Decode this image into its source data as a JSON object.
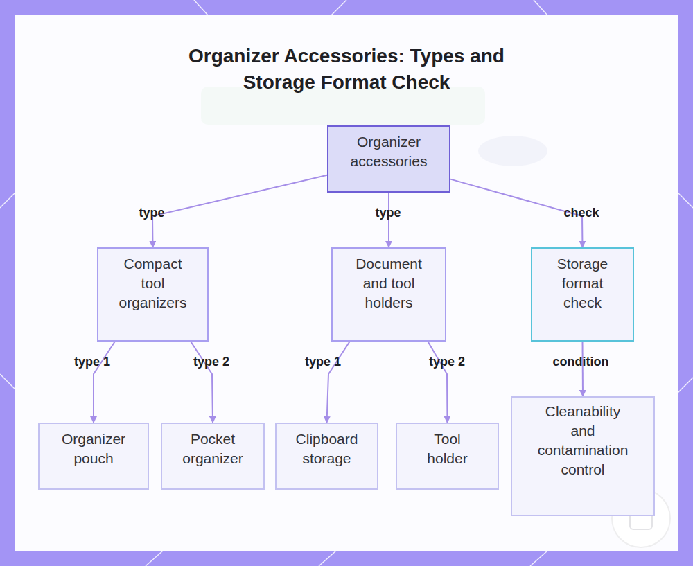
{
  "diagram": {
    "title": "Organizer Accessories: Types and Storage Format Check",
    "nodes": [
      {
        "text": [
          "Organizer accessories"
        ]
      },
      {
        "text": [
          "Compact tool organizers"
        ]
      },
      {
        "text": [
          "Document and tool holders"
        ]
      },
      {
        "text": [
          "Storage format check"
        ]
      },
      {
        "text": [
          "Organizer pouch"
        ]
      },
      {
        "text": [
          "Pocket organizer"
        ]
      },
      {
        "text": [
          "Clipboard storage"
        ]
      },
      {
        "text": [
          "Tool holder"
        ]
      },
      {
        "text": [
          "Cleanability and contamination control"
        ]
      }
    ],
    "edges": [
      {
        "from": 0,
        "to": 1,
        "label": "type",
        "arrow": "to"
      },
      {
        "from": 0,
        "to": 2,
        "label": "type",
        "arrow": "to"
      },
      {
        "from": 0,
        "to": 3,
        "label": "check",
        "arrow": "to"
      },
      {
        "from": 1,
        "to": 4,
        "label": "type 1",
        "arrow": "to"
      },
      {
        "from": 1,
        "to": 5,
        "label": "type 2",
        "arrow": "to"
      },
      {
        "from": 2,
        "to": 6,
        "label": "type 1",
        "arrow": "to"
      },
      {
        "from": 2,
        "to": 7,
        "label": "type 2",
        "arrow": "to"
      },
      {
        "from": 3,
        "to": 8,
        "label": "condition",
        "arrow": "to"
      }
    ]
  }
}
